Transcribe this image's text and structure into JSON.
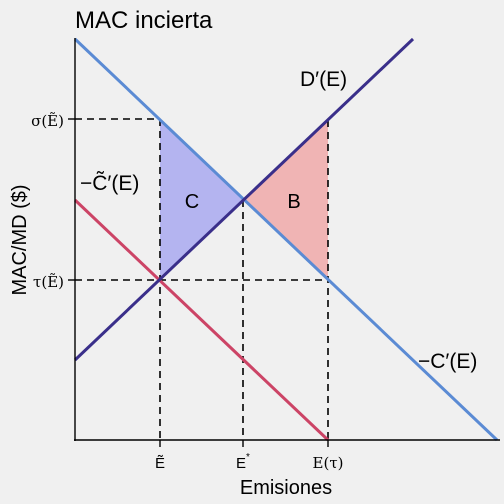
{
  "title": "MAC incierta",
  "axes": {
    "xlabel": "Emisiones",
    "ylabel": "MAC/MD ($)"
  },
  "curves": {
    "d_label": "D′(E)",
    "c_label": "−C′(E)",
    "ctilde_label": "−C̃′(E)"
  },
  "regions": {
    "c_label": "C",
    "b_label": "B"
  },
  "ticks": {
    "y_sigma": "σ(Ẽ)",
    "y_tau": "τ(Ẽ)",
    "x_etilde": "Ẽ",
    "x_estar": "E",
    "x_estar_sup": "*",
    "x_etau": "E(τ)"
  },
  "colors": {
    "background": "#f0f0f0",
    "mac_true": "#5b8bd4",
    "mac_uncertain": "#cc4466",
    "damage": "#3a2f8a",
    "region_c_fill": "#b4b4f0",
    "region_b_fill": "#f0b4b4"
  }
}
